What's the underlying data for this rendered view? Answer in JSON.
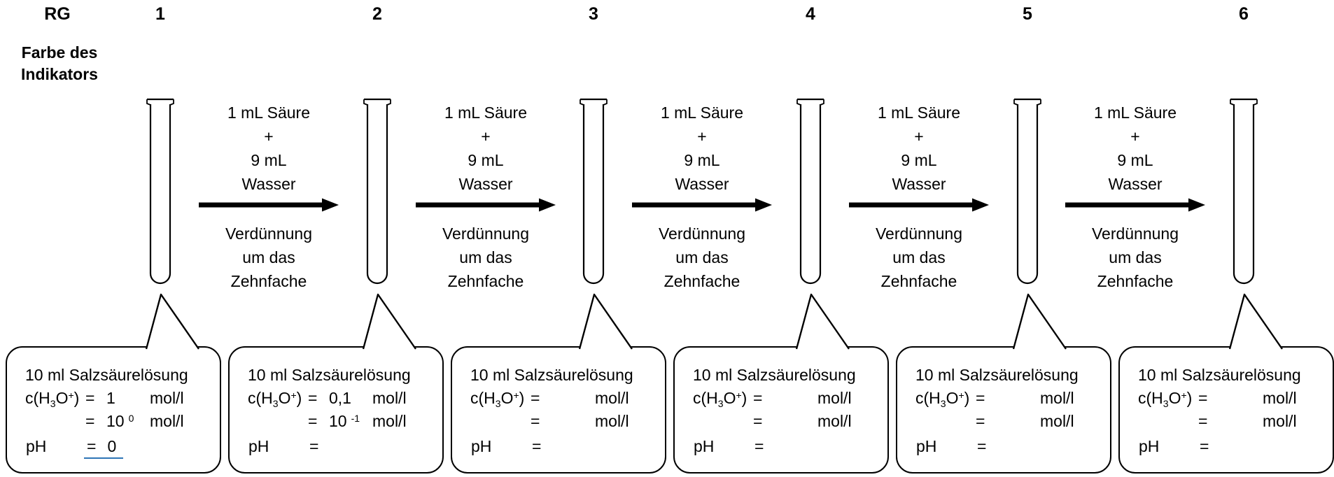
{
  "colors": {
    "ink": "#000000",
    "underline": "#2e75b6",
    "background": "#ffffff"
  },
  "header": {
    "rg_label": "RG",
    "farbe_lines": [
      "Farbe des",
      "Indikators"
    ],
    "tube_numbers": [
      "1",
      "2",
      "3",
      "4",
      "5",
      "6"
    ]
  },
  "dilution_step": {
    "above_arrow": [
      "1 mL Säure",
      "+",
      "9 mL",
      "Wasser"
    ],
    "below_arrow": [
      "Verdünnung",
      "um das",
      "Zehnfache"
    ]
  },
  "bubbles": [
    {
      "title": "10 ml Salzsäurelösung",
      "formula": {
        "pre": "c(H",
        "sub": "3",
        "mid": "O",
        "sup": "+",
        "post": ")"
      },
      "line2": {
        "eq": "=",
        "value": "1",
        "unit": "mol/l"
      },
      "line3": {
        "eq": "=",
        "base": "10",
        "sup": "0",
        "unit": "mol/l"
      },
      "line4": {
        "label": "pH",
        "eq": "=",
        "value": "0"
      }
    },
    {
      "title": "10 ml Salzsäurelösung",
      "formula": {
        "pre": "c(H",
        "sub": "3",
        "mid": "O",
        "sup": "+",
        "post": ")"
      },
      "line2": {
        "eq": "=",
        "value": "0,1",
        "unit": "mol/l"
      },
      "line3": {
        "eq": "=",
        "base": "10",
        "sup": "-1",
        "unit": "mol/l"
      },
      "line4": {
        "label": "pH",
        "eq": "=",
        "value": ""
      }
    },
    {
      "title": "10 ml Salzsäurelösung",
      "formula": {
        "pre": "c(H",
        "sub": "3",
        "mid": "O",
        "sup": "+",
        "post": ")"
      },
      "line2": {
        "eq": "=",
        "value": "",
        "unit": "mol/l"
      },
      "line3": {
        "eq": "=",
        "base": "",
        "sup": "",
        "unit": "mol/l"
      },
      "line4": {
        "label": "pH",
        "eq": "=",
        "value": ""
      }
    },
    {
      "title": "10 ml Salzsäurelösung",
      "formula": {
        "pre": "c(H",
        "sub": "3",
        "mid": "O",
        "sup": "+",
        "post": ")"
      },
      "line2": {
        "eq": "=",
        "value": "",
        "unit": "mol/l"
      },
      "line3": {
        "eq": "=",
        "base": "",
        "sup": "",
        "unit": "mol/l"
      },
      "line4": {
        "label": "pH",
        "eq": "=",
        "value": ""
      }
    },
    {
      "title": "10 ml Salzsäurelösung",
      "formula": {
        "pre": "c(H",
        "sub": "3",
        "mid": "O",
        "sup": "+",
        "post": ")"
      },
      "line2": {
        "eq": "=",
        "value": "",
        "unit": "mol/l"
      },
      "line3": {
        "eq": "=",
        "base": "",
        "sup": "",
        "unit": "mol/l"
      },
      "line4": {
        "label": "pH",
        "eq": "=",
        "value": ""
      }
    },
    {
      "title": "10 ml Salzsäurelösung",
      "formula": {
        "pre": "c(H",
        "sub": "3",
        "mid": "O",
        "sup": "+",
        "post": ")"
      },
      "line2": {
        "eq": "=",
        "value": "",
        "unit": "mol/l"
      },
      "line3": {
        "eq": "=",
        "base": "",
        "sup": "",
        "unit": "mol/l"
      },
      "line4": {
        "label": "pH",
        "eq": "=",
        "value": ""
      }
    }
  ]
}
